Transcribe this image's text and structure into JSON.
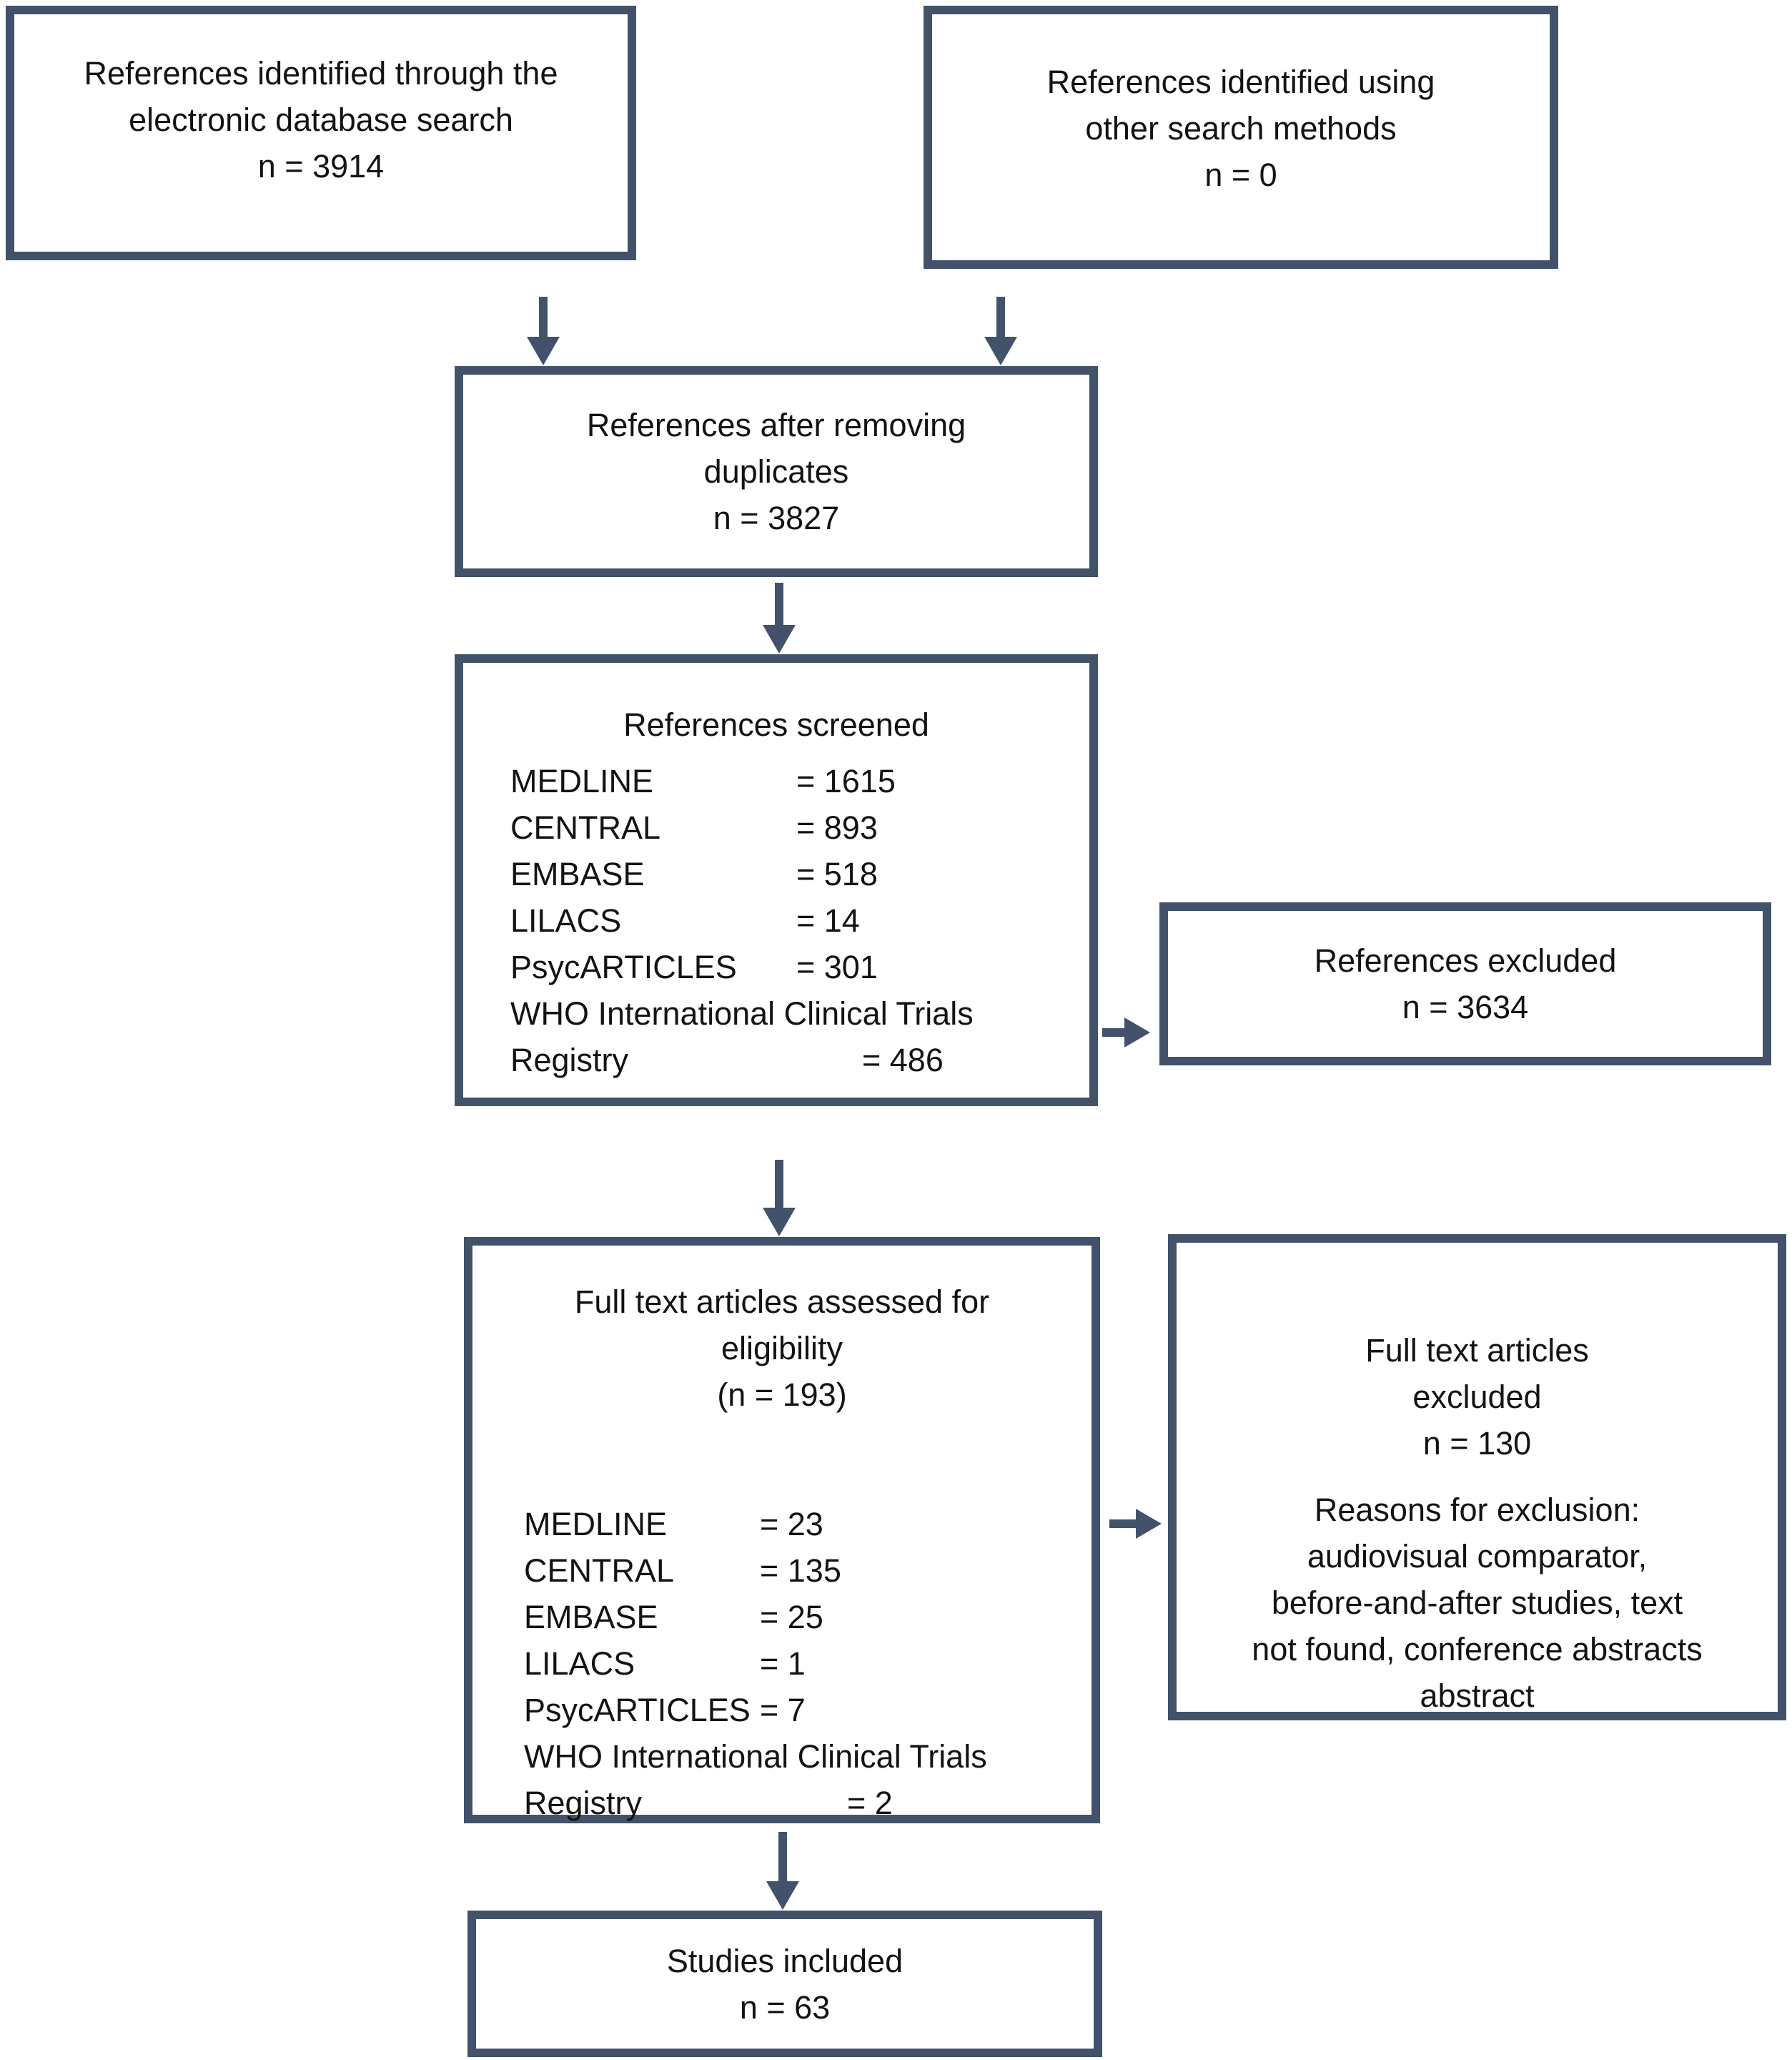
{
  "colors": {
    "line": "#42526B",
    "text": "#131313",
    "background": "#FFFFFF"
  },
  "boxes": {
    "identified_db": {
      "line1": "References identified through the",
      "line2": "electronic database search",
      "line3": "n = 3914"
    },
    "identified_other": {
      "line1": "References identified using",
      "line2": "other search methods",
      "line3": "n = 0"
    },
    "deduplicated": {
      "line1": "References after removing",
      "line2": "duplicates",
      "line3": "n = 3827"
    },
    "screened": {
      "title": "References screened",
      "rows": [
        {
          "label": "MEDLINE",
          "value": "= 1615"
        },
        {
          "label": "CENTRAL",
          "value": "= 893"
        },
        {
          "label": "EMBASE",
          "value": "= 518"
        },
        {
          "label": "LILACS",
          "value": "= 14"
        },
        {
          "label": "PsycARTICLES",
          "value": "= 301"
        },
        {
          "label": "WHO International Clinical Trials",
          "value": ""
        },
        {
          "label": "Registry",
          "value": "= 486"
        }
      ]
    },
    "references_excluded": {
      "line1": "References excluded",
      "line2": "n = 3634"
    },
    "fulltext_assessed": {
      "line1": "Full text articles assessed for",
      "line2": "eligibility",
      "line3": "(n = 193)",
      "rows": [
        {
          "label": "MEDLINE",
          "value": "= 23"
        },
        {
          "label": "CENTRAL",
          "value": "= 135"
        },
        {
          "label": "EMBASE",
          "value": "= 25"
        },
        {
          "label": "LILACS",
          "value": "= 1"
        },
        {
          "label": "PsycARTICLES",
          "value": "= 7"
        },
        {
          "label": "WHO International Clinical Trials",
          "value": ""
        },
        {
          "label": "Registry",
          "value": "= 2"
        }
      ]
    },
    "fulltext_excluded": {
      "line1": "Full text articles",
      "line2": "excluded",
      "line3": "n = 130",
      "reasons_line1": "Reasons for exclusion:",
      "reasons_line2": "audiovisual comparator,",
      "reasons_line3": "before-and-after studies, text",
      "reasons_line4": "not found, conference abstracts",
      "reasons_line5": "abstract"
    },
    "included": {
      "line1": "Studies included",
      "line2": "n = 63"
    }
  }
}
